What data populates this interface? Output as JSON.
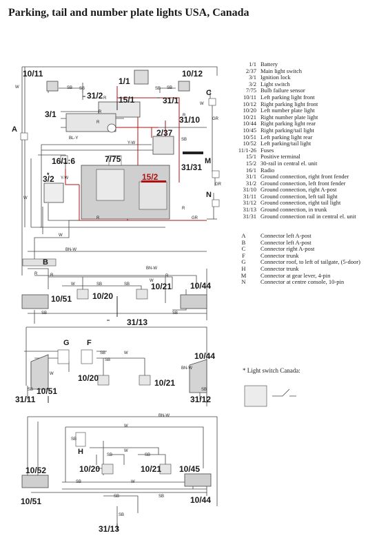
{
  "title": "Parking, tail and number plate lights USA, Canada",
  "legend": [
    {
      "code": "1/1",
      "text": "Battery"
    },
    {
      "code": "2/37",
      "text": "Main light switch"
    },
    {
      "code": "3/1",
      "text": "Ignition lock"
    },
    {
      "code": "3/2",
      "text": "Light switch"
    },
    {
      "code": "7/75",
      "text": "Bulb failure sensor"
    },
    {
      "code": "10/11",
      "text": "Left parking light front"
    },
    {
      "code": "10/12",
      "text": "Right parking light front"
    },
    {
      "code": "10/20",
      "text": "Left number plate light"
    },
    {
      "code": "10/21",
      "text": "Right number plate light"
    },
    {
      "code": "10/44",
      "text": "Right parking light rear"
    },
    {
      "code": "10/45",
      "text": "Right parking/tail light"
    },
    {
      "code": "10/51",
      "text": "Left parking light rear"
    },
    {
      "code": "10/52",
      "text": "Left parking/tail light"
    },
    {
      "code": "11/1-26",
      "text": "Fuses"
    },
    {
      "code": "15/1",
      "text": "Positive terminal"
    },
    {
      "code": "15/2",
      "text": "30-rail in central el. unit"
    },
    {
      "code": "16/1",
      "text": "Radio"
    },
    {
      "code": "31/1",
      "text": "Ground connection, right front fender"
    },
    {
      "code": "31/2",
      "text": "Ground connection, left front fender"
    },
    {
      "code": "31/10",
      "text": "Ground connection, right A-post"
    },
    {
      "code": "31/11",
      "text": "Ground connection, left tail light"
    },
    {
      "code": "31/12",
      "text": "Ground connection, right tail light"
    },
    {
      "code": "31/13",
      "text": "Ground connection, in trunk"
    },
    {
      "code": "31/31",
      "text": "Ground connection rail in central el. unit"
    }
  ],
  "connectors": [
    {
      "code": "A",
      "text": "Connector left A-post"
    },
    {
      "code": "B",
      "text": "Connector left A-post"
    },
    {
      "code": "C",
      "text": "Connector right A-post"
    },
    {
      "code": "F",
      "text": "Connector trunk"
    },
    {
      "code": "G",
      "text": "Connector roof, to left of tailgate, (5-door)"
    },
    {
      "code": "H",
      "text": "Connector trunk"
    },
    {
      "code": "M",
      "text": "Connector at gear lever, 4-pin"
    },
    {
      "code": "N",
      "text": "Connector at centre console, 10-pin"
    }
  ],
  "canada_note": "* Light switch Canada:",
  "labels": {
    "l1011": "10/11",
    "l1012": "10/12",
    "l11": "1/1",
    "l151": "15/1",
    "l312": "31/2",
    "l311": "31/1",
    "l31": "3/1",
    "l3110": "31/10",
    "l237": "2/37",
    "l3131": "31/31",
    "l775": "7/75",
    "l161": "16/1:6",
    "l32": "3/2",
    "l152": "15/2",
    "l1051a": "10/51",
    "l1020a": "10/20",
    "l1021a": "10/21",
    "l1044a": "10/44",
    "l3113a": "31/13",
    "l1044b": "10/44",
    "l1051b": "10/51",
    "l1020b": "10/20",
    "l1021b": "10/21",
    "l3111": "31/11",
    "l3112": "31/12",
    "l1052": "10/52",
    "l1020c": "10/20",
    "l1021c": "10/21",
    "l1045": "10/45",
    "l1051c": "10/51",
    "l1044c": "10/44",
    "l3113b": "31/13",
    "cA": "A",
    "cB": "B",
    "cC": "C",
    "cM": "M",
    "cN": "N",
    "cG": "G",
    "cF": "F",
    "cH": "H",
    "star": "*"
  },
  "wire_labels": {
    "W": "W",
    "SB": "SB",
    "R": "R",
    "GR": "GR",
    "BNW": "BN-W",
    "YW": "Y-W",
    "BLY": "BL-Y"
  }
}
